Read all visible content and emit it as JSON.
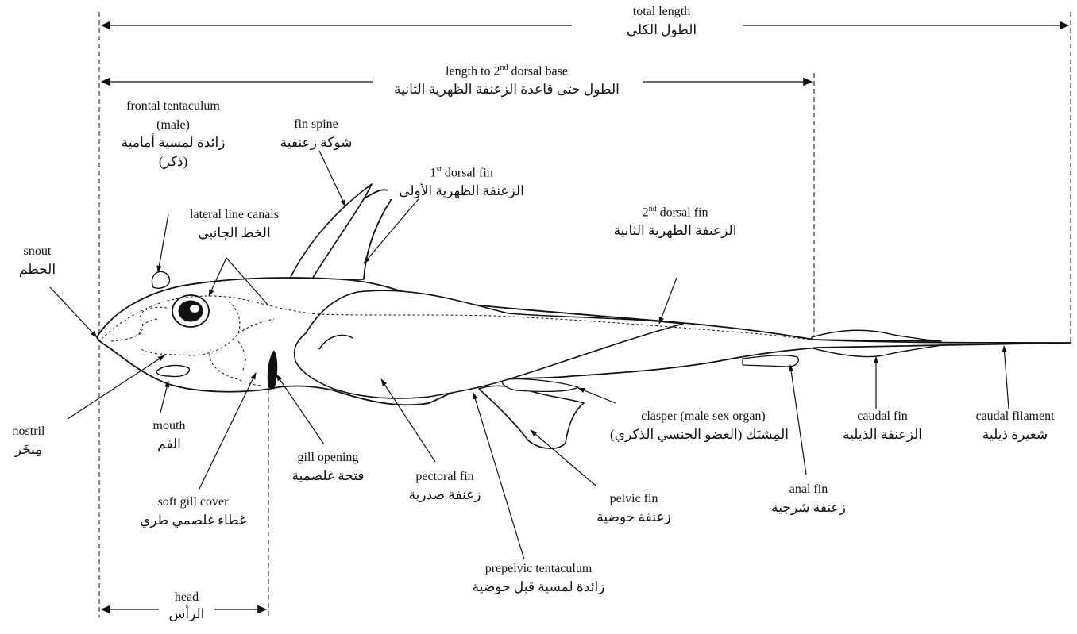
{
  "dimensions": {
    "total_length": {
      "en": "total length",
      "ar": "الطول الكلي"
    },
    "length_2nd_dorsal_base": {
      "en_pre": "length to 2",
      "en_sup": "nd",
      "en_post": " dorsal base",
      "ar": "الطول حتى قاعدة الزعنفة الظهرية الثانية"
    },
    "head": {
      "en": "head",
      "ar": "الرأس"
    }
  },
  "labels": {
    "frontal_tentaculum": {
      "en1": "frontal tentaculum",
      "en2": "(male)",
      "ar1": "زائدة لمسية أمامية",
      "ar2": "(ذكر)"
    },
    "fin_spine": {
      "en": "fin spine",
      "ar": "شوكة زعنفية"
    },
    "first_dorsal_fin": {
      "en_pre": "1",
      "en_sup": "st",
      "en_post": " dorsal fin",
      "ar": "الزعنفة الظهرية الأولى"
    },
    "second_dorsal_fin": {
      "en_pre": "2",
      "en_sup": "nd",
      "en_post": " dorsal fin",
      "ar": "الزعنفة الظهرية الثانية"
    },
    "lateral_line_canals": {
      "en": "lateral line canals",
      "ar": "الخط الجانبي"
    },
    "snout": {
      "en": "snout",
      "ar": "الخطم"
    },
    "nostril": {
      "en": "nostril",
      "ar": "مِنخَر"
    },
    "mouth": {
      "en": "mouth",
      "ar": "الفم"
    },
    "soft_gill_cover": {
      "en": "soft gill cover",
      "ar": "غطاء غلصمي طري"
    },
    "gill_opening": {
      "en": "gill opening",
      "ar": "فتحة غلصمية"
    },
    "pectoral_fin": {
      "en": "pectoral fin",
      "ar": "زعنفة صدرية"
    },
    "prepelvic_tentaculum": {
      "en": "prepelvic tentaculum",
      "ar": "زائدة لمسية قبل حوضية"
    },
    "pelvic_fin": {
      "en": "pelvic fin",
      "ar": "زعنفة حوضية"
    },
    "clasper": {
      "en": "clasper (male sex organ)",
      "ar": "المِشبَك (العضو الجنسي الذكري)"
    },
    "anal_fin": {
      "en": "anal fin",
      "ar": "زعنفة شرجية"
    },
    "caudal_fin": {
      "en": "caudal fin",
      "ar": "الزعنفة الذيلية"
    },
    "caudal_filament": {
      "en": "caudal filament",
      "ar": "شعيرة ذيلية"
    }
  },
  "colors": {
    "line": "#111111",
    "fill": "#ffffff"
  }
}
